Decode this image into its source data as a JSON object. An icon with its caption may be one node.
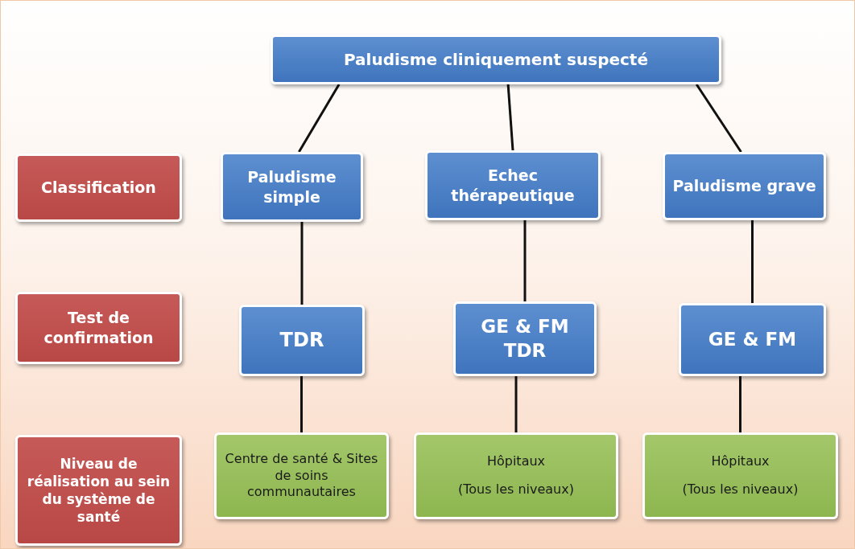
{
  "diagram": {
    "nodes": [
      {
        "text": [
          "Paludisme cliniquement suspecté"
        ]
      },
      {
        "text": [
          "Classification"
        ]
      },
      {
        "text": [
          "Paludisme simple"
        ]
      },
      {
        "text": [
          "Echec thérapeutique"
        ]
      },
      {
        "text": [
          "Paludisme grave"
        ]
      },
      {
        "text": [
          "Test de confirmation"
        ]
      },
      {
        "text": [
          "TDR"
        ]
      },
      {
        "text": [
          "GE & FM TDR"
        ]
      },
      {
        "text": [
          "GE & FM"
        ]
      },
      {
        "text": [
          "Niveau de réalisation au sein du système de santé"
        ]
      },
      {
        "text": [
          "Centre de santé & Sites de soins communautaires"
        ]
      },
      {
        "text": [
          "Hôpitaux",
          "(Tous les niveaux)"
        ]
      },
      {
        "text": [
          "Hôpitaux",
          "(Tous les niveaux)"
        ]
      }
    ],
    "edges": [
      {
        "from": 0,
        "to": 2,
        "arrow": "none"
      },
      {
        "from": 0,
        "to": 3,
        "arrow": "none"
      },
      {
        "from": 0,
        "to": 4,
        "arrow": "none"
      },
      {
        "from": 2,
        "to": 6,
        "arrow": "none"
      },
      {
        "from": 3,
        "to": 7,
        "arrow": "none"
      },
      {
        "from": 4,
        "to": 8,
        "arrow": "none"
      },
      {
        "from": 6,
        "to": 10,
        "arrow": "none"
      },
      {
        "from": 7,
        "to": 11,
        "arrow": "none"
      },
      {
        "from": 8,
        "to": 12,
        "arrow": "none"
      }
    ]
  }
}
